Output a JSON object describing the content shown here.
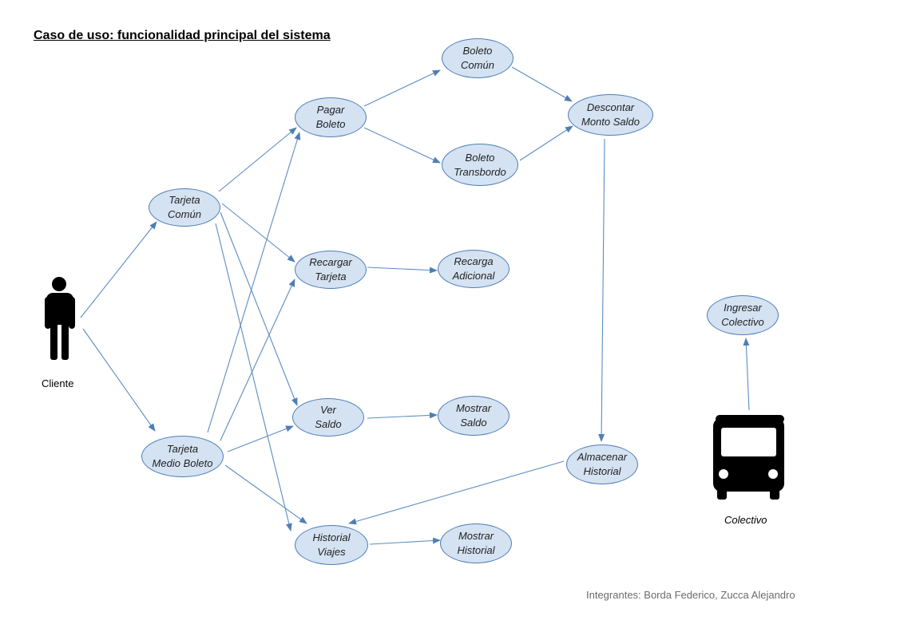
{
  "title": "Caso de uso: funcionalidad principal del sistema",
  "footer": "Integrantes: Borda Federico, Zucca Alejandro",
  "colors": {
    "node_fill": "#d4e2f2",
    "node_border": "#4f7eb5",
    "arrow": "#5b8cc3",
    "actor": "#000000"
  },
  "actors": {
    "cliente": {
      "label": "Cliente",
      "icon": "person-icon"
    },
    "colectivo": {
      "label": "Colectivo",
      "icon": "bus-icon"
    }
  },
  "use_cases": {
    "tarjeta_comun": "Tarjeta\nComún",
    "tarjeta_medio": "Tarjeta\nMedio Boleto",
    "pagar_boleto": "Pagar\nBoleto",
    "recargar_tarjeta": "Recargar\nTarjeta",
    "ver_saldo": "Ver\nSaldo",
    "historial_viajes": "Historial\nViajes",
    "boleto_comun": "Boleto\nComún",
    "boleto_transbordo": "Boleto\nTransbordo",
    "recarga_adicional": "Recarga\nAdicional",
    "mostrar_saldo": "Mostrar\nSaldo",
    "mostrar_historial": "Mostrar\nHistorial",
    "descontar_monto": "Descontar\nMonto Saldo",
    "almacenar_historial": "Almacenar\nHistorial",
    "ingresar_colectivo": "Ingresar\nColectivo"
  }
}
